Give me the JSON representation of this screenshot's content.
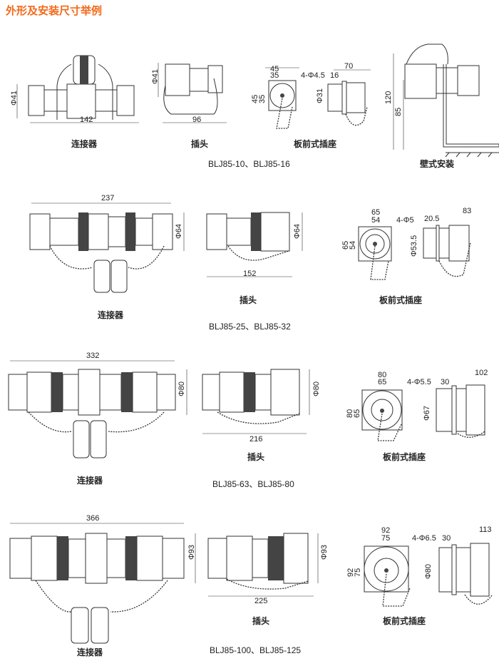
{
  "title": "外形及安装尺寸举例",
  "captions": {
    "connector": "连接器",
    "plug": "插头",
    "panel_socket": "板前式插座",
    "wall_mount": "壁式安装"
  },
  "groups": [
    {
      "models": "BLJ85-10、BLJ85-16",
      "connector": {
        "length": "142",
        "dia": "Φ41"
      },
      "plug": {
        "length": "96",
        "dia": "Φ41"
      },
      "socket": {
        "outer": "45",
        "inner": "35",
        "holes": "4-Φ4.5",
        "v_outer": "45",
        "v_inner": "35",
        "dia": "Φ31",
        "depth": "70",
        "flange": "16"
      },
      "wall": {
        "h1": "120",
        "h2": "85"
      }
    },
    {
      "models": "BLJ85-25、BLJ85-32",
      "connector": {
        "length": "237",
        "dia": "Φ64"
      },
      "plug": {
        "length": "152",
        "dia": "Φ64"
      },
      "socket": {
        "outer": "65",
        "inner": "54",
        "holes": "4-Φ5",
        "v_outer": "65",
        "v_inner": "54",
        "dia": "Φ53.5",
        "depth": "83",
        "flange": "20.5"
      }
    },
    {
      "models": "BLJ85-63、BLJ85-80",
      "connector": {
        "length": "332",
        "dia": "Φ80"
      },
      "plug": {
        "length": "216",
        "dia": "Φ80"
      },
      "socket": {
        "outer": "80",
        "inner": "65",
        "holes": "4-Φ5.5",
        "v_outer": "80",
        "v_inner": "65",
        "dia": "Φ67",
        "depth": "102",
        "flange": "30"
      }
    },
    {
      "models": "BLJ85-100、BLJ85-125",
      "connector": {
        "length": "366",
        "dia": "Φ93"
      },
      "plug": {
        "length": "225",
        "dia": "Φ93"
      },
      "socket": {
        "outer": "92",
        "inner": "75",
        "holes": "4-Φ6.5",
        "v_outer": "92",
        "v_inner": "75",
        "dia": "Φ80",
        "depth": "113",
        "flange": "30"
      }
    }
  ]
}
